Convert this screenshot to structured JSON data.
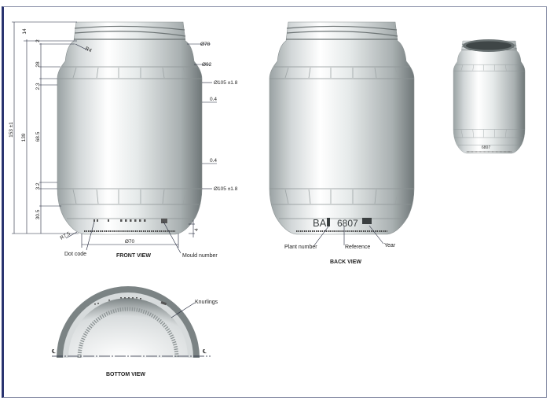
{
  "front_view": {
    "title": "FRONT VIEW",
    "dimensions": {
      "neck_height": "14",
      "neck_gap": "2",
      "shoulder": "28",
      "band_top": "2.3",
      "body": "68.5",
      "band_bottom": "3.2",
      "base": "30.5",
      "total_height": "153 ±1",
      "height_to_neck": "139",
      "neck_radius": "R4",
      "neck_diameter": "Ø78",
      "shoulder_diameter": "Ø92",
      "body_diameter_top": "Ø105 ±1.8",
      "draft_top": "0.4",
      "draft_bottom": "0.4",
      "body_diameter_bottom": "Ø105 ±1.8",
      "base_recess": "4",
      "base_radius": "R7.5",
      "base_diameter": "Ø70"
    },
    "callouts": {
      "dot_code": "Dot code",
      "mould_number": "Mould number"
    }
  },
  "back_view": {
    "title": "BACK VIEW",
    "embossing": {
      "plant": "BA",
      "reference": "6807"
    },
    "callouts": {
      "plant_number": "Plant number",
      "reference": "Reference",
      "year": "Year"
    }
  },
  "bottom_view": {
    "title": "BOTTOM VIEW",
    "callouts": {
      "knurlings": "Knurlings"
    },
    "centerline_left": "℄",
    "centerline_right": "℄"
  },
  "perspective_view": {
    "embossing": "6807"
  },
  "colors": {
    "jar_light": "#f4f6f6",
    "jar_dark": "#7f8788",
    "line": "#1f2438",
    "frame": "#2a3470"
  }
}
